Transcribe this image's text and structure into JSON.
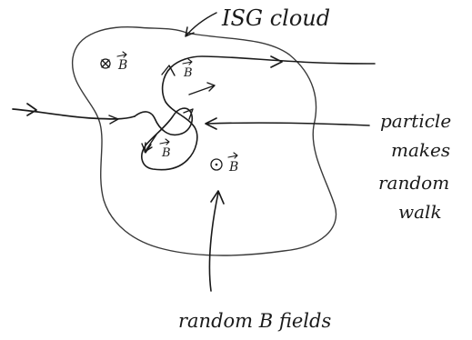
{
  "labels": {
    "cloud": "ISG cloud",
    "particle_line1": "particle",
    "particle_line2": "makes",
    "particle_line3": "random",
    "particle_line4": "walk",
    "fields": "random B fields"
  },
  "field_markers": {
    "into_page": "B",
    "out_of_page": "B",
    "vector_a": "B",
    "vector_b": "B"
  },
  "colors": {
    "ink": "#1a1a1a",
    "background": "#ffffff"
  }
}
